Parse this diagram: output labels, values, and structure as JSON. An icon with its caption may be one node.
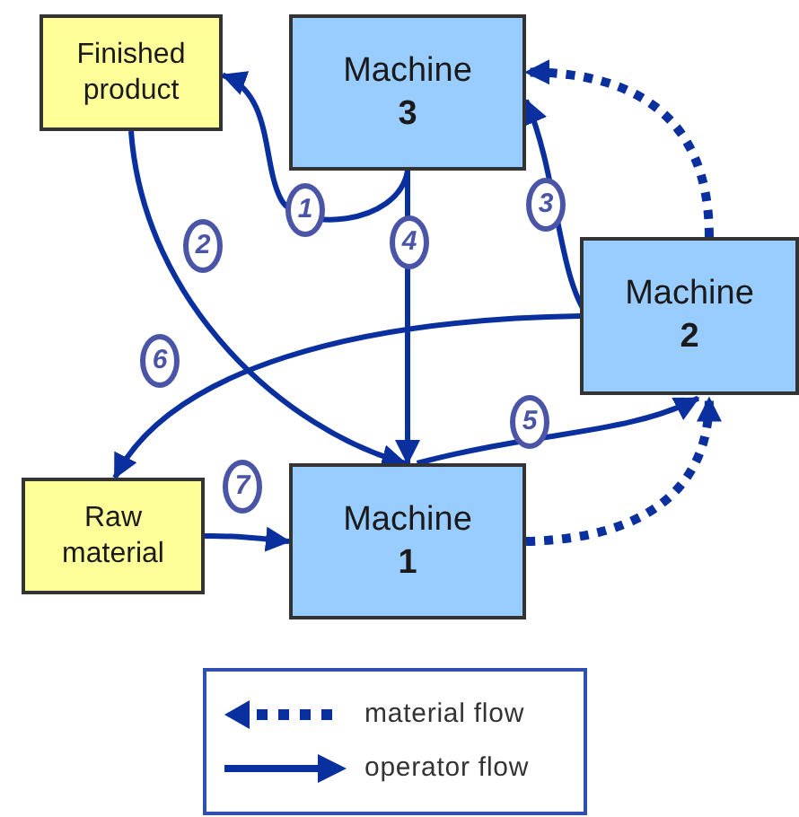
{
  "diagram": {
    "nodes": [
      {
        "text": [
          "Finished product"
        ]
      },
      {
        "text": [
          "Machine",
          "3"
        ]
      },
      {
        "text": [
          "Machine",
          "2"
        ]
      },
      {
        "text": [
          "Raw material"
        ]
      },
      {
        "text": [
          "Machine",
          "1"
        ]
      }
    ],
    "edges": [
      {
        "from": 1,
        "to": 0,
        "arrow": "to",
        "label": "1"
      },
      {
        "from": 0,
        "to": 4,
        "arrow": "to",
        "label": "2"
      },
      {
        "from": 2,
        "to": 1,
        "arrow": "to",
        "label": "3"
      },
      {
        "from": 1,
        "to": 4,
        "arrow": "to",
        "label": "4"
      },
      {
        "from": 4,
        "to": 2,
        "arrow": "to",
        "label": "5"
      },
      {
        "from": 2,
        "to": 3,
        "arrow": "to",
        "label": "6"
      },
      {
        "from": 3,
        "to": 4,
        "arrow": "to",
        "label": "7"
      },
      {
        "from": 4,
        "to": 2,
        "arrow": "to",
        "style": "dashed"
      },
      {
        "from": 2,
        "to": 1,
        "arrow": "to",
        "style": "dashed"
      }
    ],
    "legend": [
      {
        "text": "material flow"
      },
      {
        "text": "operator flow"
      }
    ]
  }
}
